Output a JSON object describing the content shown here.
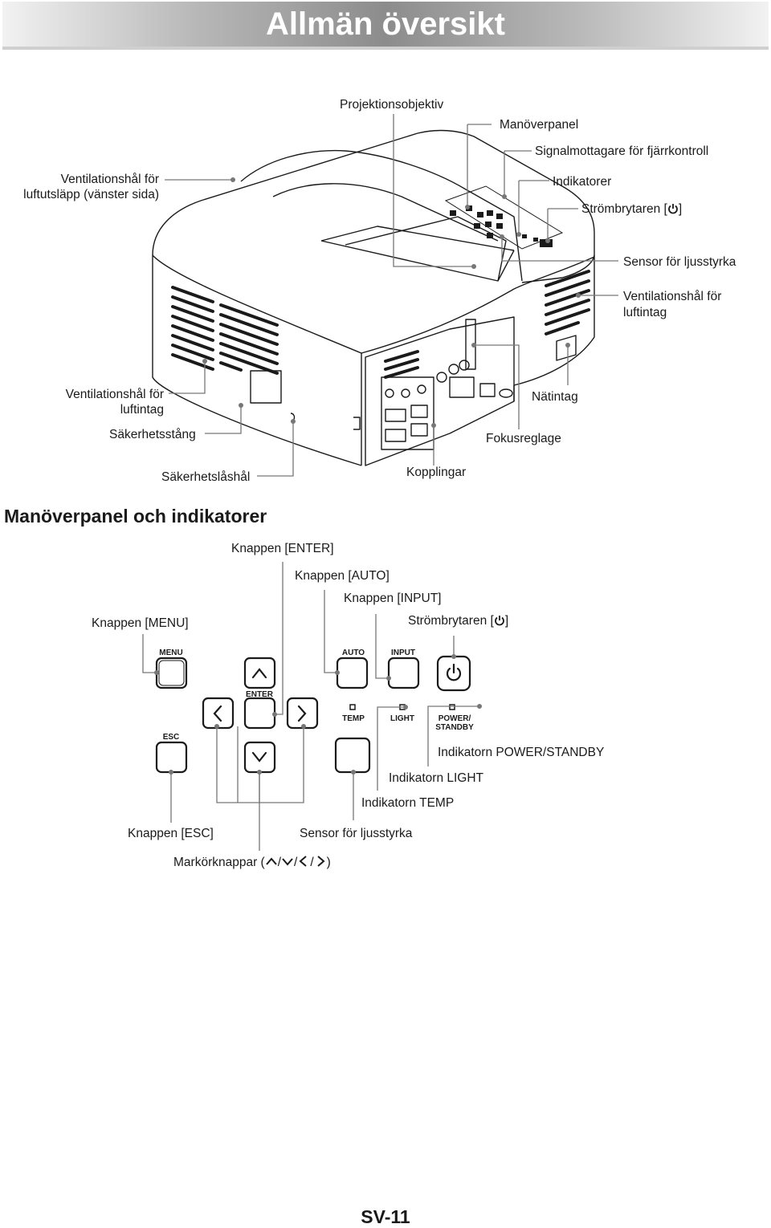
{
  "page": {
    "title": "Allmän översikt",
    "section_title": "Manöverpanel och indikatorer",
    "page_number": "SV-11"
  },
  "overview_labels": {
    "lens": "Projektionsobjektiv",
    "control_panel": "Manöverpanel",
    "remote_receiver": "Signalmottagare för fjärrkontroll",
    "indicators": "Indikatorer",
    "power_switch": "Strömbrytaren [",
    "light_sensor": "Sensor för ljusstyrka",
    "vent_intake_right_1": "Ventilationshål för",
    "vent_intake_right_2": "luftintag",
    "vent_exhaust_1": "Ventilationshål för",
    "vent_exhaust_2": "luftutsläpp (vänster sida)",
    "vent_intake_left_1": "Ventilationshål för",
    "vent_intake_left_2": "luftintag",
    "security_bar": "Säkerhetsstång",
    "security_slot": "Säkerhetslåshål",
    "connectors": "Kopplingar",
    "focus": "Fokusreglage",
    "power_inlet": "Nätintag"
  },
  "panel_labels": {
    "enter_btn": "Knappen [ENTER]",
    "auto_btn": "Knappen [AUTO]",
    "input_btn": "Knappen [INPUT]",
    "menu_btn": "Knappen [MENU]",
    "power_btn": "Strömbrytaren [",
    "power_ind": "Indikatorn POWER/STANDBY",
    "light_ind": "Indikatorn LIGHT",
    "temp_ind": "Indikatorn TEMP",
    "esc_btn": "Knappen [ESC]",
    "sensor": "Sensor för ljusstyrka",
    "cursor_keys": "Markörknappar (",
    "slash": "/",
    "close_paren": ")",
    "close_bracket": "]"
  },
  "panel_key_text": {
    "menu": "MENU",
    "enter": "ENTER",
    "esc": "ESC",
    "auto": "AUTO",
    "input": "INPUT",
    "temp": "TEMP",
    "light": "LIGHT",
    "power_standby_1": "POWER/",
    "power_standby_2": "STANDBY"
  },
  "icons": [
    "power-icon",
    "up-arrow-icon",
    "down-arrow-icon",
    "left-arrow-icon",
    "right-arrow-icon"
  ]
}
